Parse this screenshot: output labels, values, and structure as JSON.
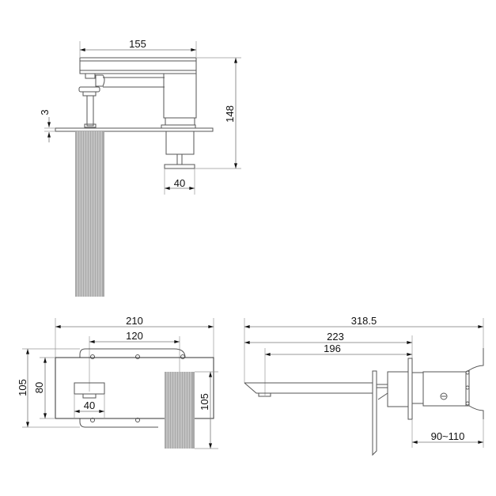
{
  "drawing": {
    "type": "technical-drawing",
    "subject": "wall-mounted basin mixer with fluted waterfall spout",
    "line_color": "#555555",
    "fluted_fill": "#a9a9a9",
    "background": "#ffffff"
  },
  "views": {
    "top_view": {
      "dimensions": {
        "overall_width": "155",
        "height": "148",
        "plate_thickness": "3",
        "base_diameter": "40"
      }
    },
    "front_view": {
      "dimensions": {
        "plate_width": "210",
        "mount_spacing": "120",
        "overall_height": "105",
        "plate_height": "80",
        "handle_width": "40",
        "spout_height": "105"
      }
    },
    "side_view": {
      "dimensions": {
        "overall_length": "318.5",
        "projection": "223",
        "spout_reach": "196",
        "wall_depth_range": "90~110"
      }
    }
  }
}
